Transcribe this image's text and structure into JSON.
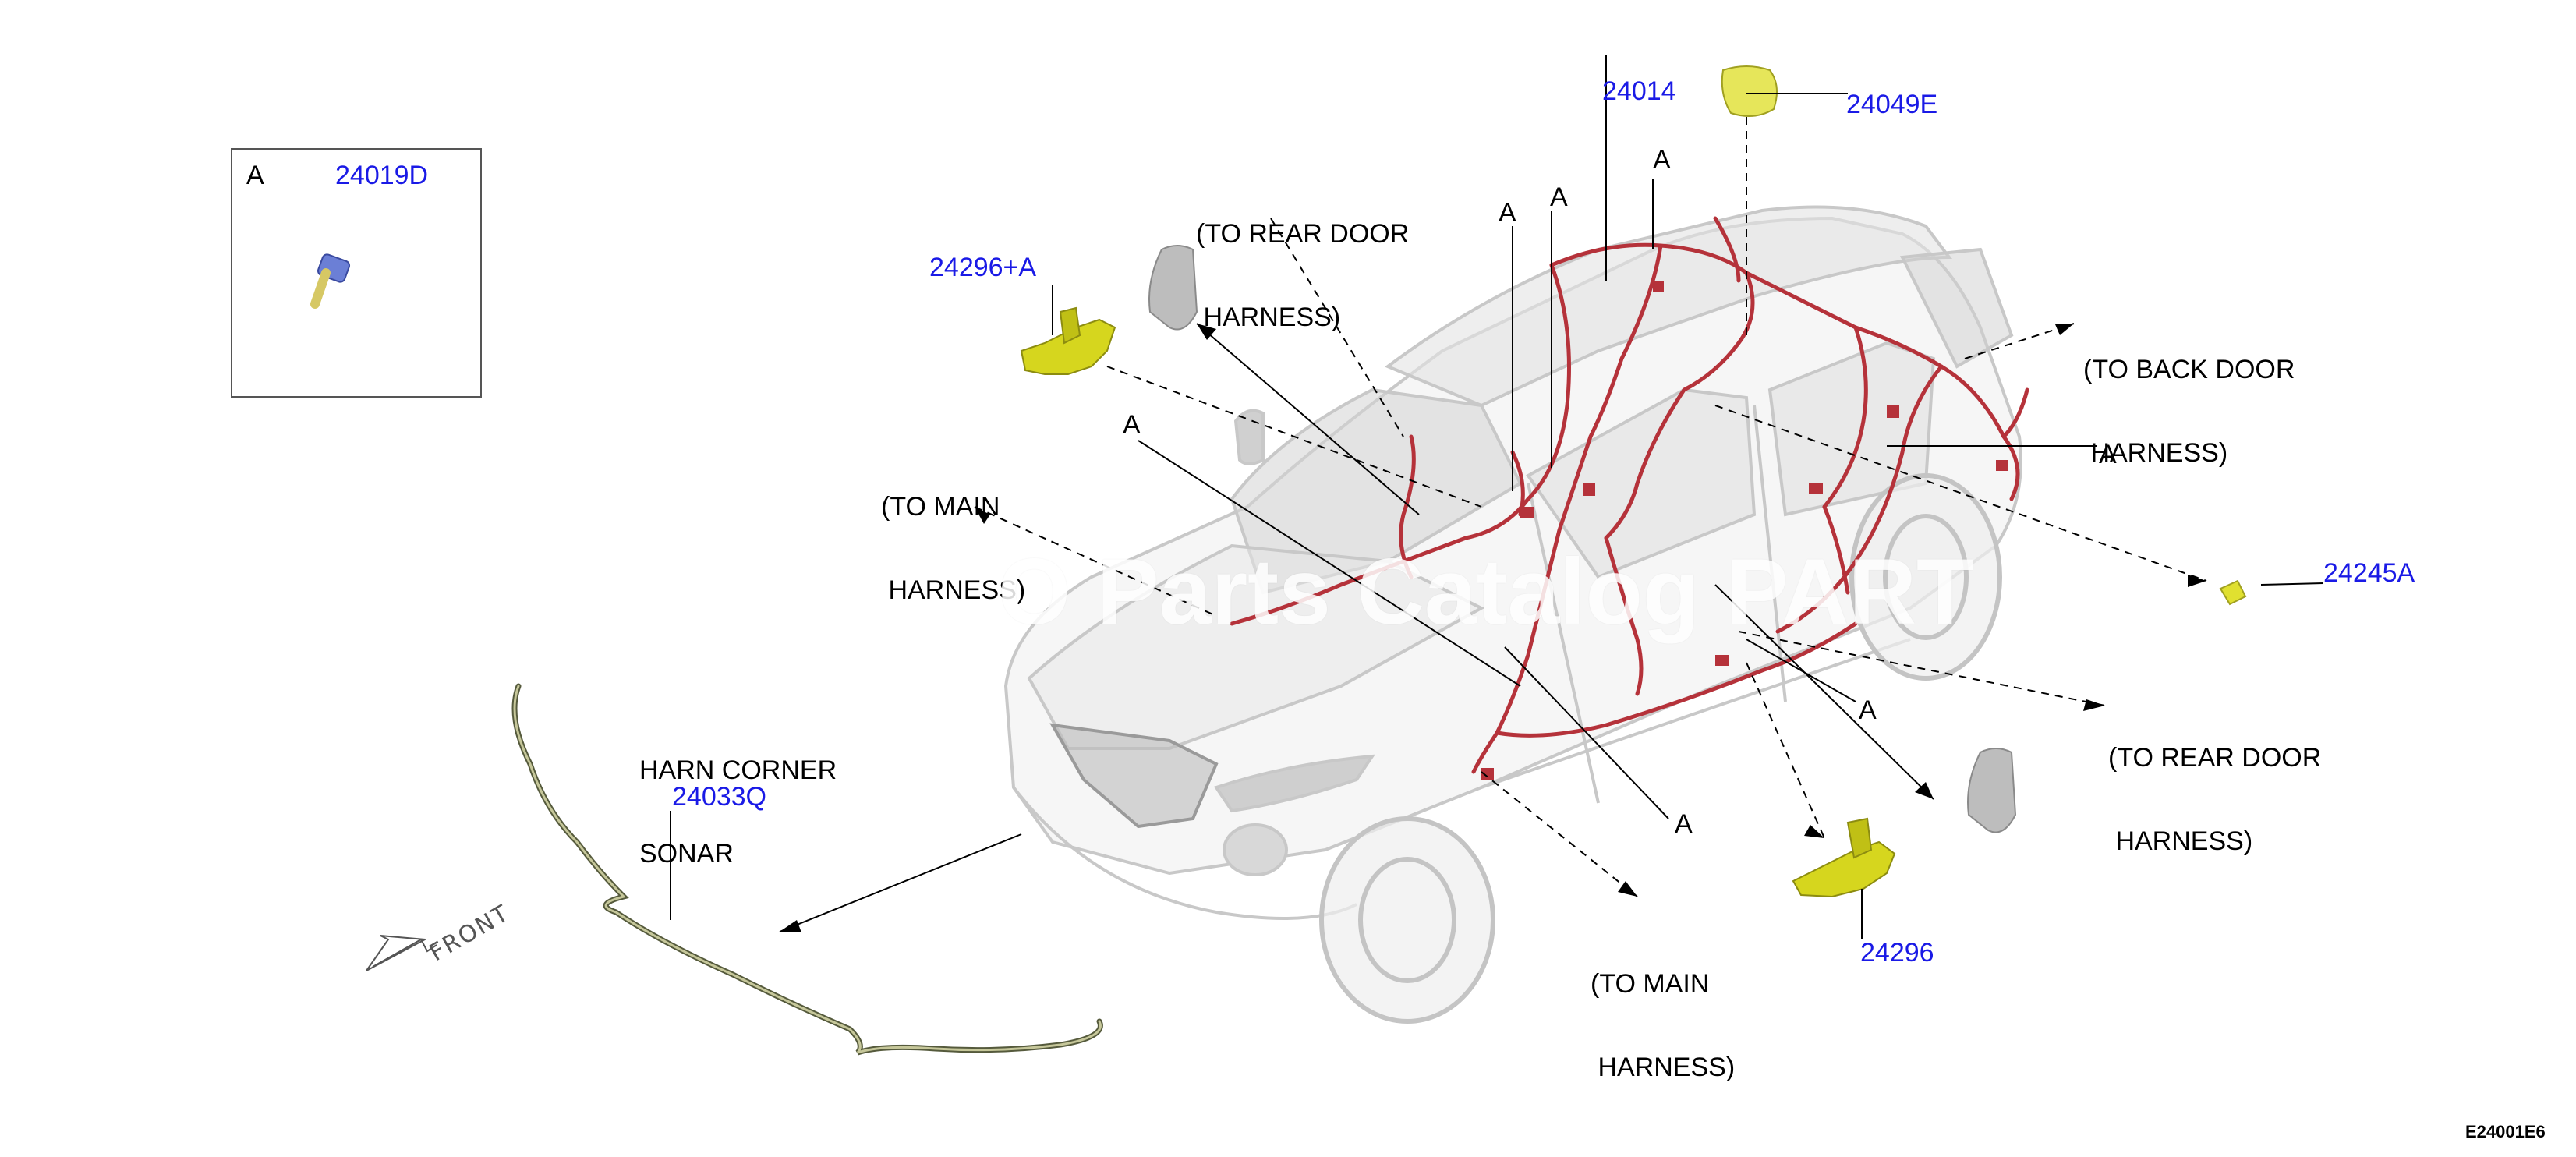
{
  "colors": {
    "part_number": "#1a1ae6",
    "harness": "#b5323a",
    "bracket": "#d6d61e",
    "car_body": "#d9d9d9",
    "leader": "#000000"
  },
  "inset": {
    "callout": "A",
    "part_number": "24019D"
  },
  "part_numbers": {
    "p24014": "24014",
    "p24049E": "24049E",
    "p24296A": "24296+A",
    "p24033Q": "24033Q",
    "p24296": "24296",
    "p24245": "24245A"
  },
  "callouts": {
    "a1": "A",
    "a2": "A",
    "a3": "A",
    "a4": "A",
    "a5": "A",
    "a6": "A",
    "a7": "A"
  },
  "notes": {
    "rear_door_top_l1": "(TO REAR DOOR",
    "rear_door_top_l2": " HARNESS)",
    "back_door_l1": "(TO BACK DOOR",
    "back_door_l2": " HARNESS)",
    "main_left_l1": "(TO MAIN",
    "main_left_l2": " HARNESS)",
    "rear_door_right_l1": "(TO REAR DOOR",
    "rear_door_right_l2": " HARNESS)",
    "main_bottom_l1": "(TO MAIN",
    "main_bottom_l2": " HARNESS)",
    "harn_corner_l1": "HARN CORNER",
    "harn_corner_l2": "SONAR"
  },
  "front_label": "FRONT",
  "watermark": "O Parts Catalog PART",
  "diagram_code": "E24001E6"
}
